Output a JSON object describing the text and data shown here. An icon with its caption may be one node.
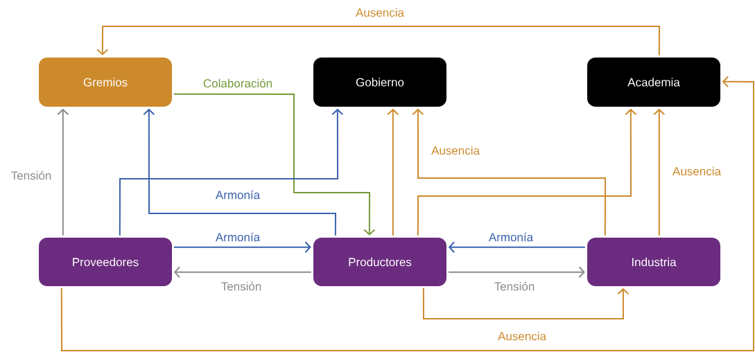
{
  "diagram": {
    "nodes": [
      {
        "text": [
          "Gremios"
        ]
      },
      {
        "text": [
          "Gobierno"
        ]
      },
      {
        "text": [
          "Academia"
        ]
      },
      {
        "text": [
          "Proveedores"
        ]
      },
      {
        "text": [
          "Productores"
        ]
      },
      {
        "text": [
          "Industria"
        ]
      }
    ],
    "edges": [
      {
        "from": 2,
        "to": 0,
        "arrow": "to",
        "label": "Ausencia"
      },
      {
        "from": 0,
        "to": 4,
        "arrow": "to",
        "label": "Colaboración",
        "color": "#77993a"
      },
      {
        "from": 3,
        "to": 0,
        "arrow": "to",
        "label": "Tensión",
        "color": "#8c8c8c"
      },
      {
        "from": 3,
        "to": 1,
        "arrow": "to",
        "color": "#3a62ad"
      },
      {
        "from": 4,
        "to": 0,
        "arrow": "to",
        "label": "Armonía",
        "color": "#3a62ad"
      },
      {
        "from": 3,
        "to": 4,
        "arrow": "to",
        "label": "Armonía",
        "color": "#3a62ad"
      },
      {
        "from": 4,
        "to": 3,
        "arrow": "to",
        "label": "Tensión",
        "color": "#8c8c8c"
      },
      {
        "from": 5,
        "to": 4,
        "arrow": "to",
        "label": "Armonía",
        "color": "#3a62ad"
      },
      {
        "from": 4,
        "to": 5,
        "arrow": "to",
        "label": "Tensión",
        "color": "#8c8c8c"
      },
      {
        "from": 4,
        "to": 1,
        "arrow": "to"
      },
      {
        "from": 5,
        "to": 1,
        "arrow": "to",
        "label": "Ausencia"
      },
      {
        "from": 4,
        "to": 2,
        "arrow": "to"
      },
      {
        "from": 5,
        "to": 2,
        "arrow": "to",
        "label": "Ausencia"
      },
      {
        "from": 4,
        "to": 5,
        "arrow": "to",
        "label": "Ausencia"
      },
      {
        "from": 3,
        "to": 2,
        "arrow": "to"
      }
    ]
  }
}
